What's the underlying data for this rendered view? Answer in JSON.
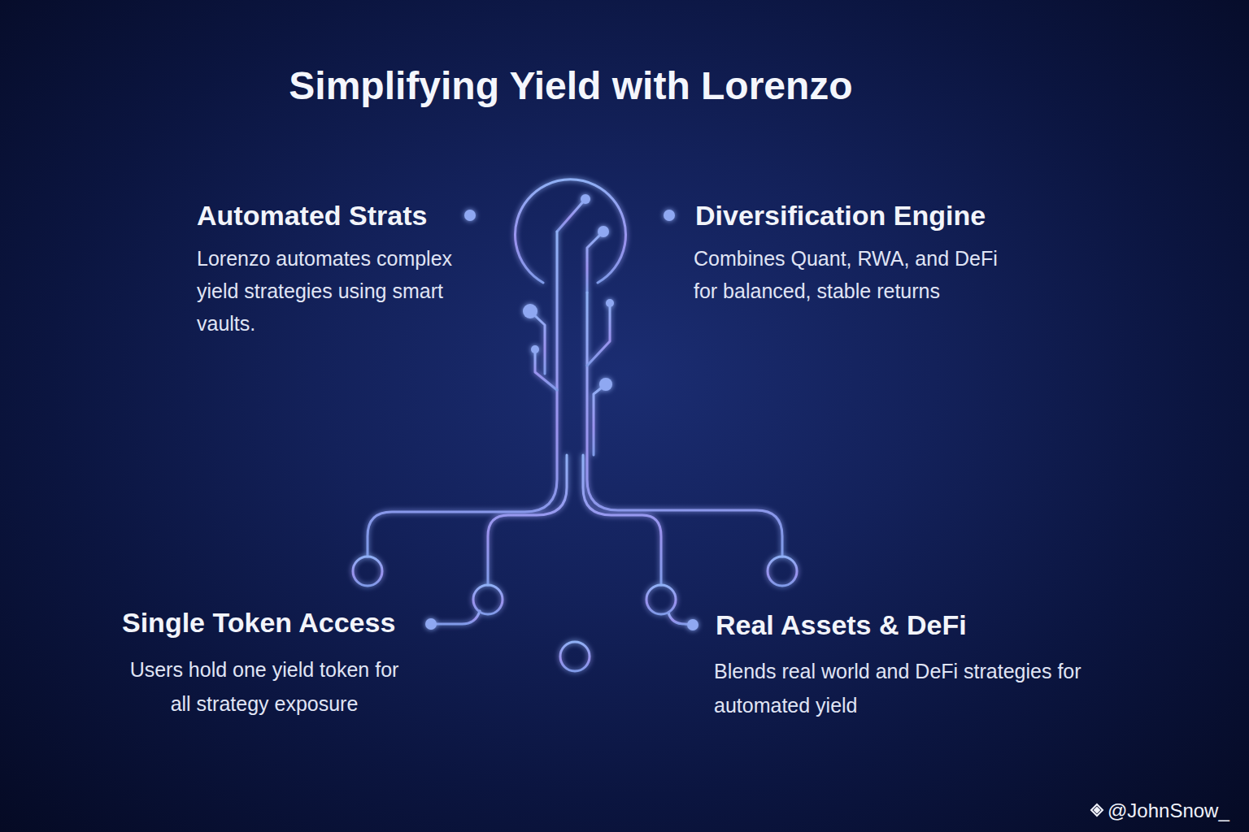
{
  "diagram": {
    "title": "Simplifying Yield with Lorenzo",
    "labels": [
      "Automated Strats",
      "Lorenzo automates complex yield strategies using smart vaults.",
      "Diversification Engine",
      "Combines Quant, RWA, and DeFi for balanced, stable returns",
      "Single Token Access",
      "Users hold one yield token for all strategy exposure",
      "Real Assets & DeFi",
      "Blends real world and DeFi strategies for automated yield",
      "@JohnSnow_"
    ]
  }
}
